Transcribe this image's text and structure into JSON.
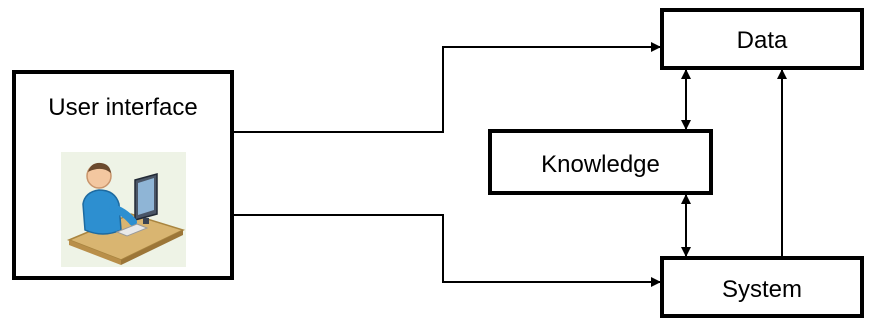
{
  "diagram": {
    "user_interface": {
      "label": "User interface",
      "icon": "user-at-computer-icon"
    },
    "data": {
      "label": "Data"
    },
    "knowledge": {
      "label": "Knowledge"
    },
    "system": {
      "label": "System"
    }
  },
  "colors": {
    "stroke": "#000000",
    "background": "#ffffff",
    "illustration_bg": "#eef3e6",
    "desk": "#d9b571",
    "person_body": "#2d8fd0",
    "person_skin": "#f3c7a0"
  },
  "connections": [
    {
      "from": "User interface",
      "to": "Data",
      "direction": "forward"
    },
    {
      "from": "User interface",
      "to": "System",
      "direction": "forward"
    },
    {
      "from": "Data",
      "to": "Knowledge",
      "direction": "both"
    },
    {
      "from": "Knowledge",
      "to": "System",
      "direction": "both"
    },
    {
      "from": "System",
      "to": "Data",
      "direction": "forward"
    }
  ]
}
